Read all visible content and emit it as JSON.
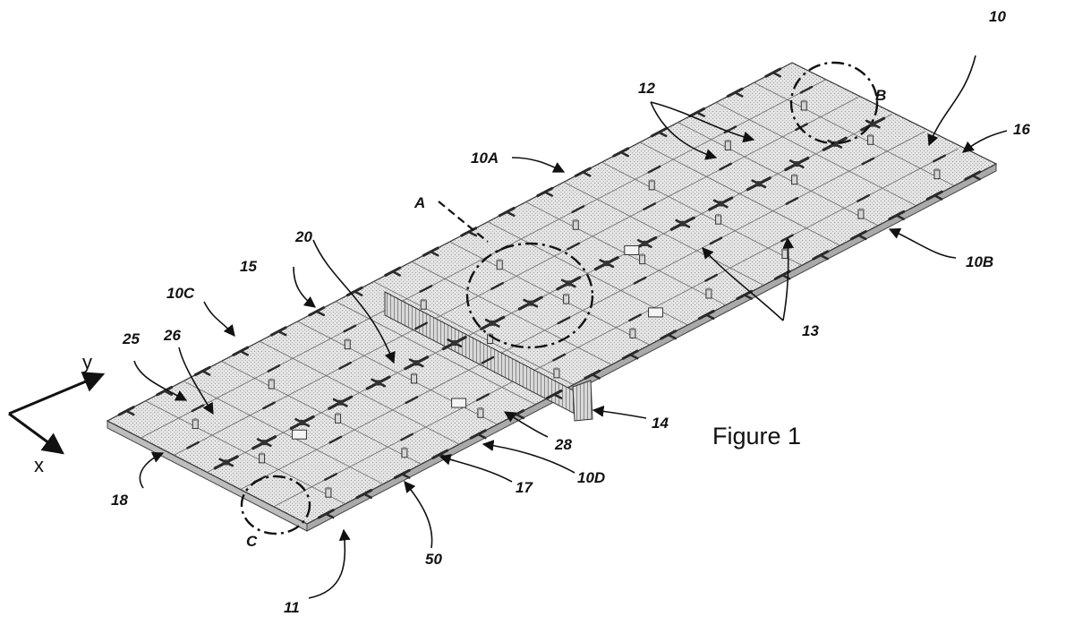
{
  "figure": {
    "caption": "Figure 1"
  },
  "axes": {
    "y_label": "y",
    "x_label": "x"
  },
  "callouts": {
    "c10": "10",
    "c10A": "10A",
    "c10B": "10B",
    "c10C": "10C",
    "c10D": "10D",
    "c11": "11",
    "c12": "12",
    "c13": "13",
    "c14": "14",
    "c15": "15",
    "c16": "16",
    "c17": "17",
    "c18": "18",
    "c20": "20",
    "c25": "25",
    "c26": "26",
    "c28": "28",
    "c50": "50"
  },
  "details": {
    "A": "A",
    "B": "B",
    "C": "C"
  }
}
